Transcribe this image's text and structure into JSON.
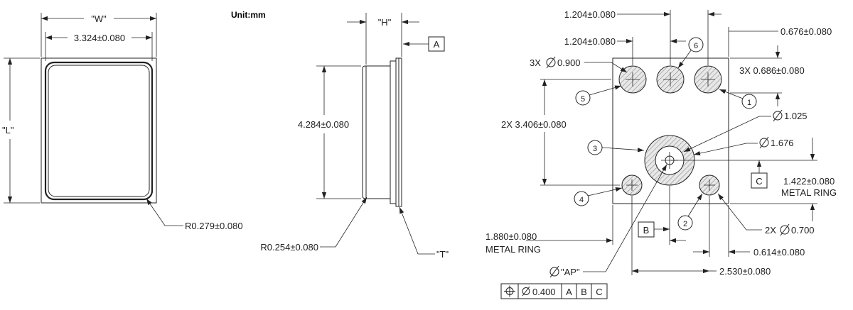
{
  "unit": "Unit:mm",
  "front_view": {
    "width_label": "\"W\"",
    "inner_width": "3.324±0.080",
    "length_label": "\"L\"",
    "corner_radius": "R0.279±0.080"
  },
  "side_view": {
    "height_label": "\"H\"",
    "datum_a": "A",
    "body_height": "4.284±0.080",
    "corner_radius": "R0.254±0.080",
    "thickness_label": "\"T\""
  },
  "bottom_view": {
    "pitch_top": "1.204±0.080",
    "pitch_second": "1.204±0.080",
    "edge_offset_right": "0.676±0.080",
    "pad_dia_3x": "3X",
    "pad_dia_3x_value": "0.900",
    "pad_spacing_3x": "3X 0.686±0.080",
    "pad_row_span": "2X 3.406±0.080",
    "center_dia": "1.025",
    "ring_dia": "1.676",
    "metal_ring_height": "1.422±0.080",
    "metal_ring_height_note": "METAL RING",
    "datum_c": "C",
    "datum_b": "B",
    "metal_ring_width": "1.880±0.080",
    "metal_ring_width_note": "METAL RING",
    "small_pad_dia": "2X",
    "small_pad_dia_value": "0.700",
    "bottom_offset": "0.614±0.080",
    "aperture": "\"AP\"",
    "center_span": "2.530±0.080",
    "pin_labels": [
      "1",
      "2",
      "3",
      "4",
      "5",
      "6"
    ],
    "tolerance_frame": {
      "symbol": "position-icon",
      "value": "0.400",
      "datums": [
        "A",
        "B",
        "C"
      ]
    }
  }
}
